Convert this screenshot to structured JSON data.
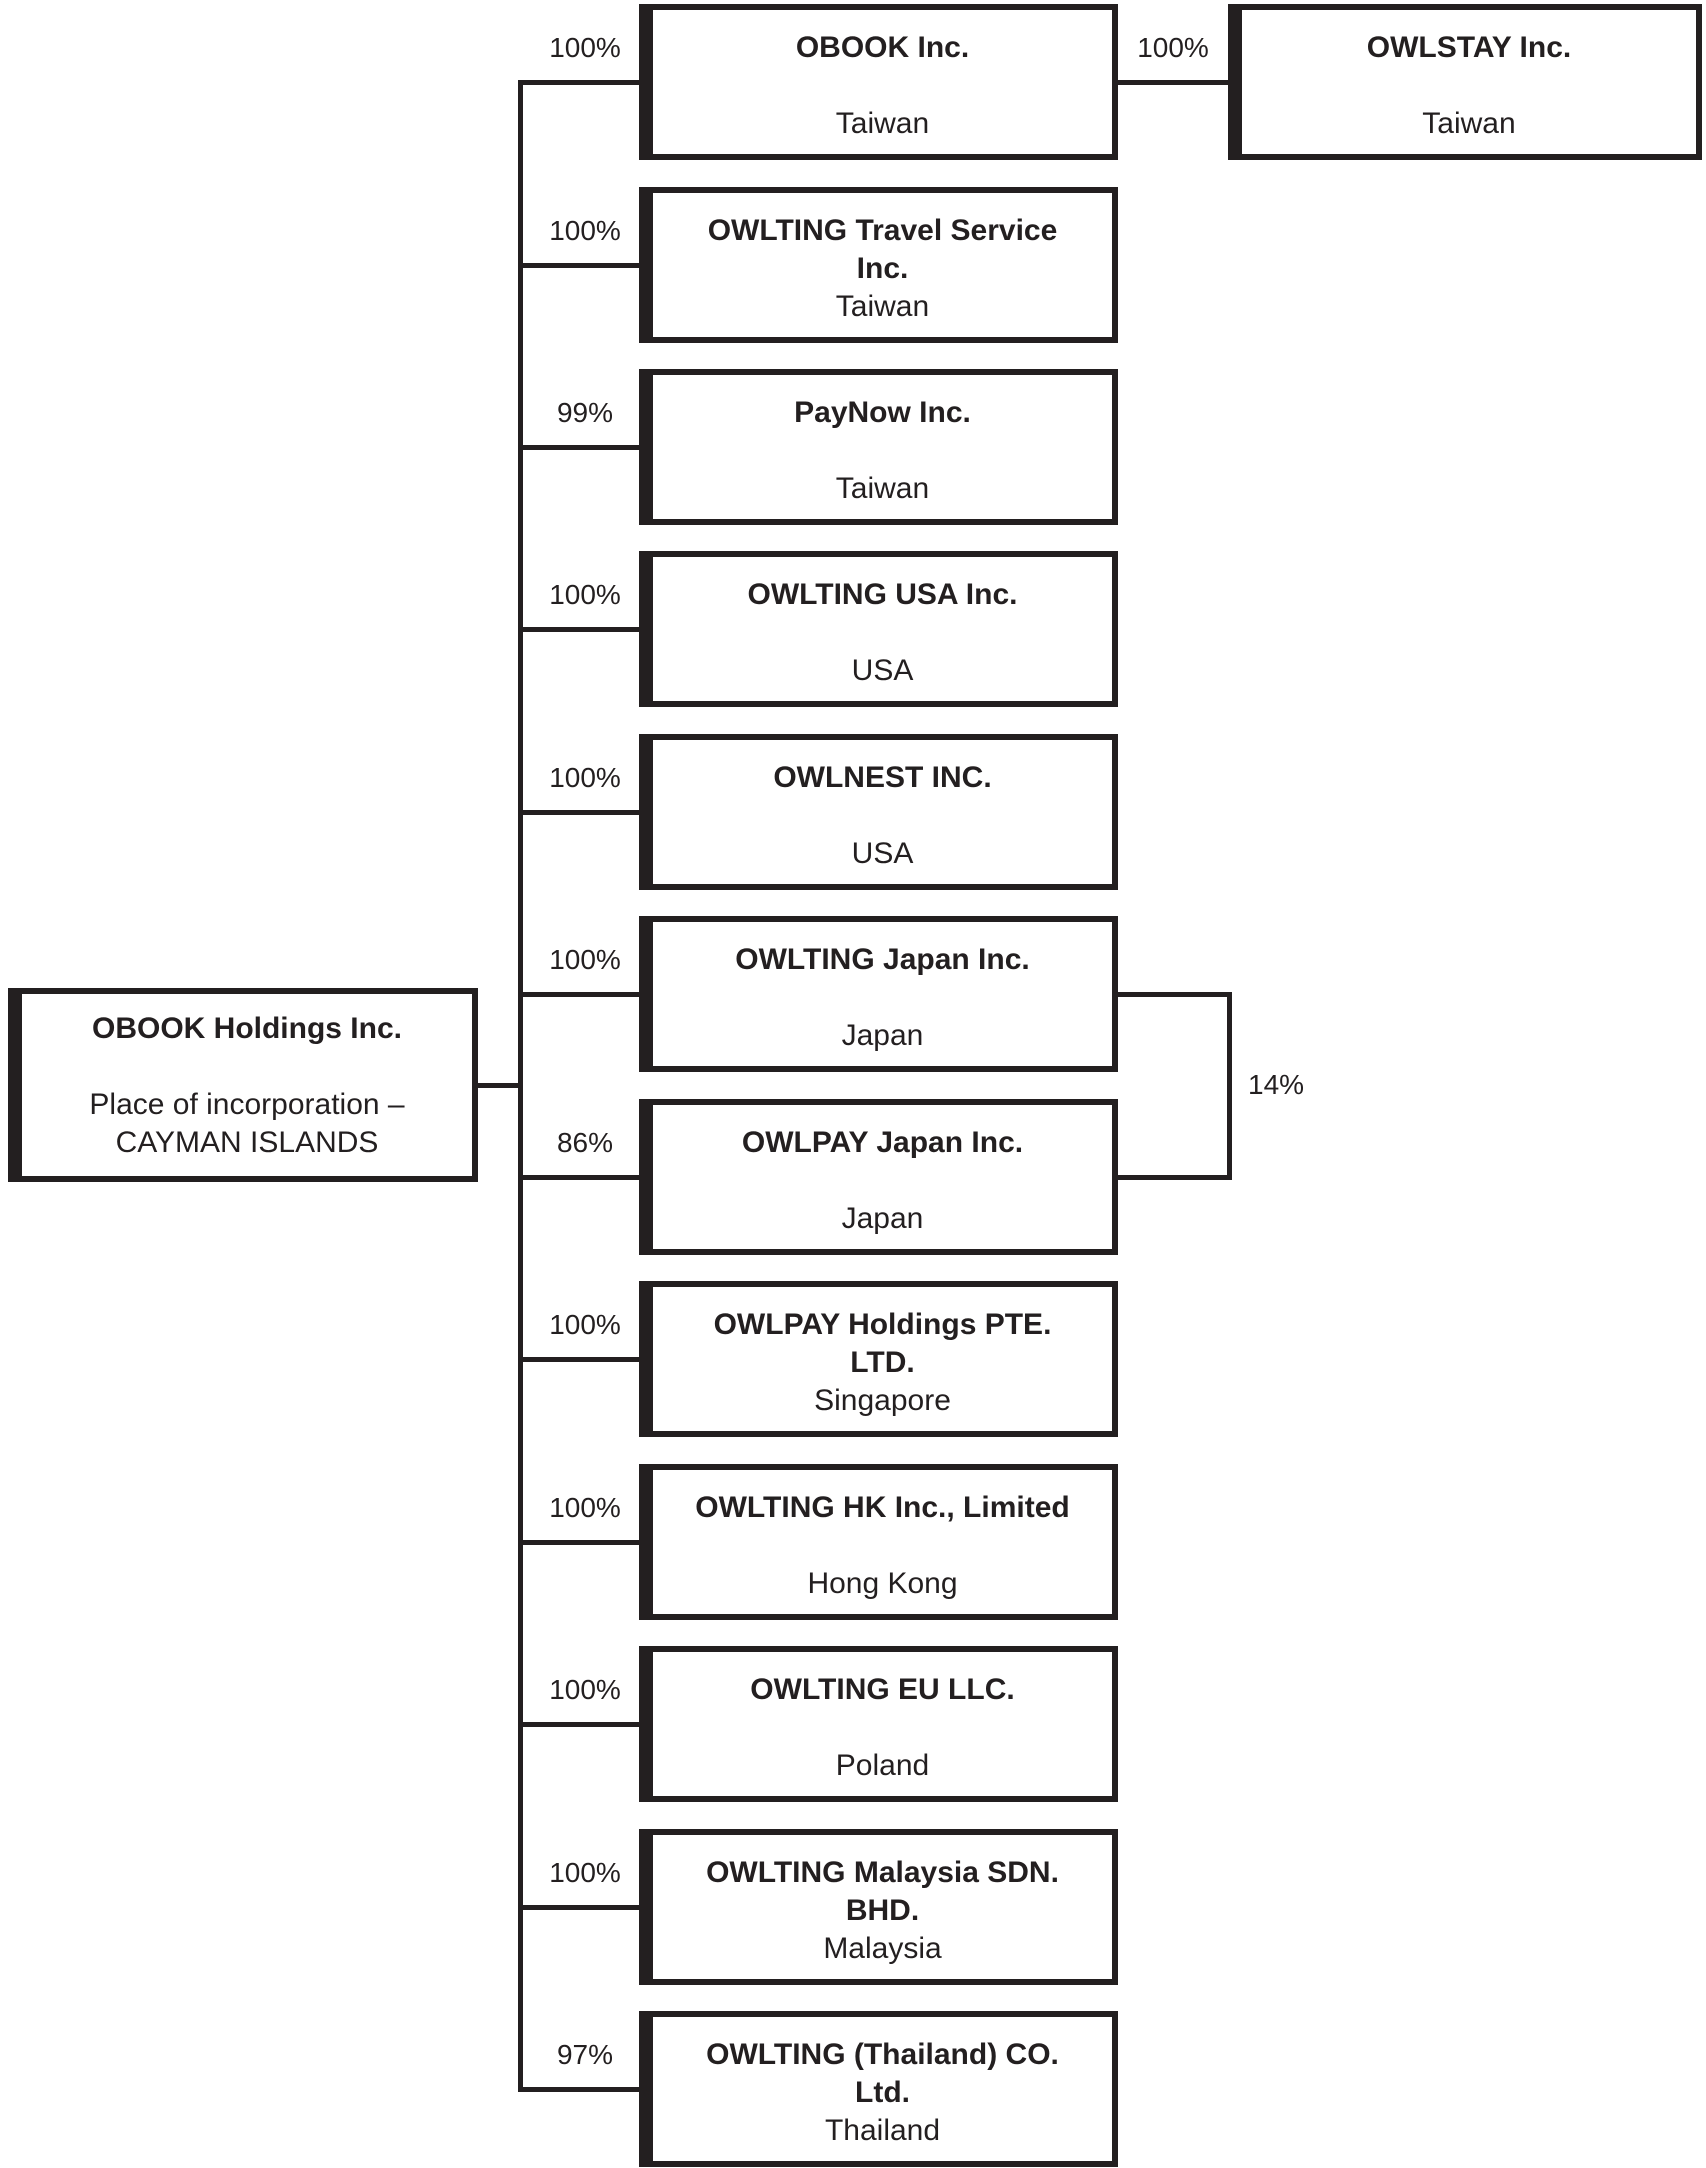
{
  "parent": {
    "name": "OBOOK Holdings Inc.",
    "subtitle_lines": [
      "Place of incorporation –",
      "CAYMAN ISLANDS"
    ]
  },
  "subsidiaries": [
    {
      "name_lines": [
        "OBOOK Inc.",
        ""
      ],
      "country": "Taiwan",
      "ownership": "100%"
    },
    {
      "name_lines": [
        "OWLTING Travel Service",
        "Inc."
      ],
      "country": "Taiwan",
      "ownership": "100%"
    },
    {
      "name_lines": [
        "PayNow Inc.",
        ""
      ],
      "country": "Taiwan",
      "ownership": "99%"
    },
    {
      "name_lines": [
        "OWLTING USA Inc.",
        ""
      ],
      "country": "USA",
      "ownership": "100%"
    },
    {
      "name_lines": [
        "OWLNEST INC.",
        ""
      ],
      "country": "USA",
      "ownership": "100%"
    },
    {
      "name_lines": [
        "OWLTING Japan Inc.",
        ""
      ],
      "country": "Japan",
      "ownership": "100%"
    },
    {
      "name_lines": [
        "OWLPAY Japan Inc.",
        ""
      ],
      "country": "Japan",
      "ownership": "86%"
    },
    {
      "name_lines": [
        "OWLPAY Holdings PTE.",
        "LTD."
      ],
      "country": "Singapore",
      "ownership": "100%"
    },
    {
      "name_lines": [
        "OWLTING HK Inc., Limited",
        ""
      ],
      "country": "Hong Kong",
      "ownership": "100%"
    },
    {
      "name_lines": [
        "OWLTING EU LLC.",
        ""
      ],
      "country": "Poland",
      "ownership": "100%"
    },
    {
      "name_lines": [
        "OWLTING Malaysia SDN.",
        "BHD."
      ],
      "country": "Malaysia",
      "ownership": "100%"
    },
    {
      "name_lines": [
        "OWLTING (Thailand) CO.",
        "Ltd."
      ],
      "country": "Thailand",
      "ownership": "97%"
    }
  ],
  "second_level": {
    "child": {
      "name_lines": [
        "OWLSTAY Inc.",
        ""
      ],
      "country": "Taiwan",
      "ownership": "100%"
    }
  },
  "cross_ownership_label": "14%",
  "colors": {
    "ink": "#231f20",
    "background": "#ffffff"
  }
}
